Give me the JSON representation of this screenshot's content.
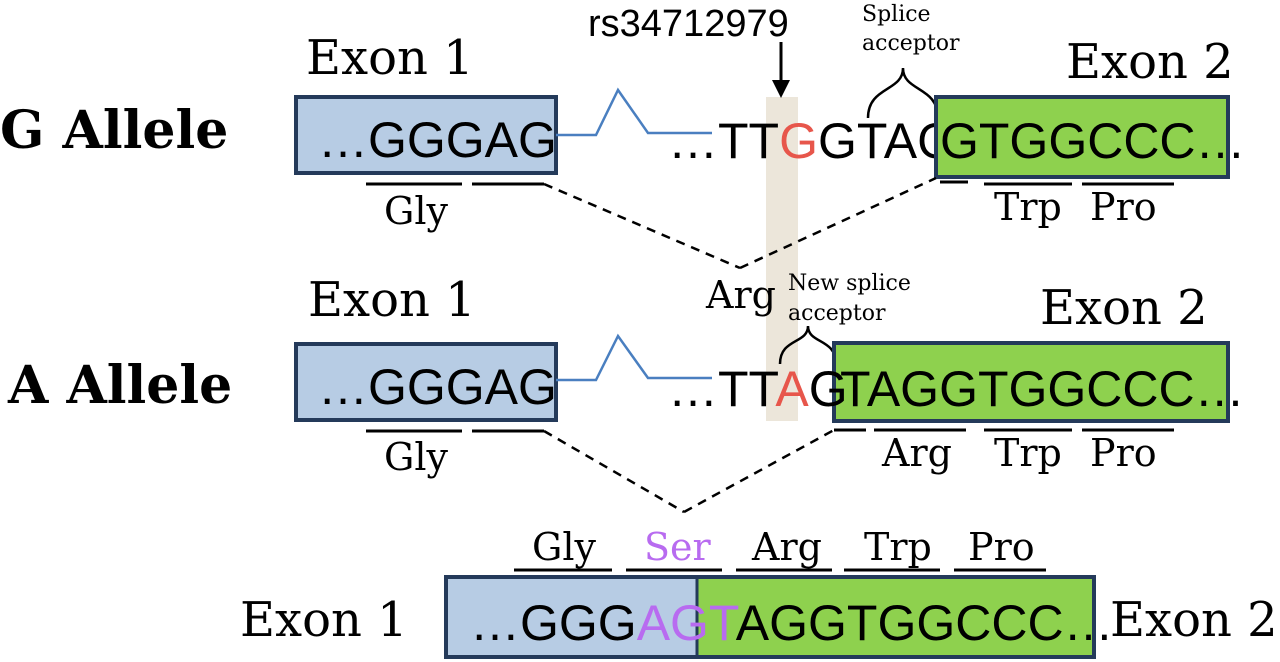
{
  "colors": {
    "exon1_fill": "#b7cce4",
    "exon2_fill": "#8ed14e",
    "box_border": "#243a5a",
    "intron_line": "#4a7fc0",
    "snp_highlight": "#ece6da",
    "variant_red": "#e7564b",
    "purple": "#b86bf0"
  },
  "g_allele": {
    "label": "G Allele",
    "exon1_label": "Exon 1",
    "exon2_label": "Exon 2",
    "exon1_seq": "…GGGAG",
    "intron_prefix": "…TT",
    "variant_base": "G",
    "intron_suffix": "GTAG",
    "exon2_seq": "GTGGCCC…",
    "snp_id": "rs34712979",
    "splice_label": [
      "Splice",
      "acceptor"
    ],
    "codons_exon1": [
      "Gly"
    ],
    "codons_exon2": [
      "Trp",
      "Pro"
    ]
  },
  "junction_codon": "Arg",
  "a_allele": {
    "label": "A Allele",
    "exon1_label": "Exon 1",
    "exon2_label": "Exon 2",
    "exon1_seq": "…GGGAG",
    "intron_prefix": "…TT",
    "variant_base": "A",
    "intron_suffix": "G",
    "exon2_seq": "TAGGTGGCCC…",
    "splice_label": [
      "New splice",
      "acceptor"
    ],
    "codons_exon1": [
      "Gly"
    ],
    "codons_exon2": [
      "Arg",
      "Trp",
      "Pro"
    ]
  },
  "result": {
    "exon1_label": "Exon 1",
    "exon2_label": "Exon 2",
    "seq_black": "…GGG",
    "seq_purple": "AGT",
    "seq_exon2": "AGGTGGCCC…",
    "codons": [
      "Gly",
      "Ser",
      "Arg",
      "Trp",
      "Pro"
    ]
  }
}
